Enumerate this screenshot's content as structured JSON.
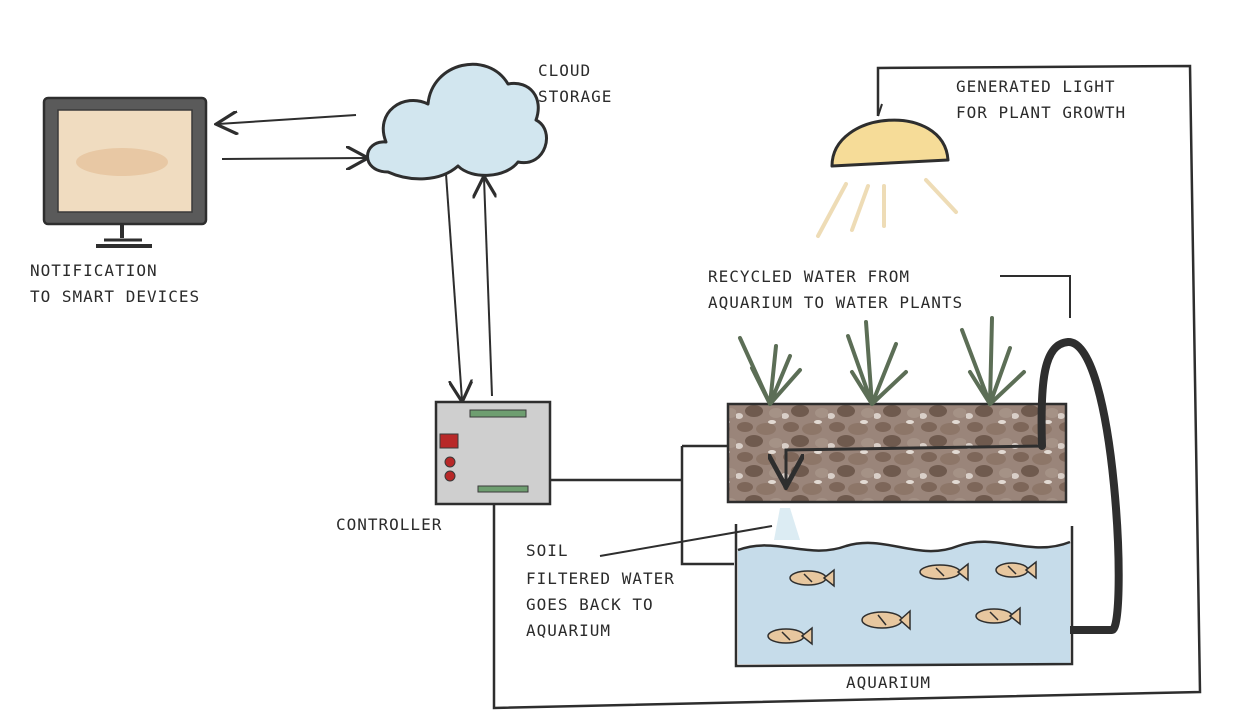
{
  "labels": {
    "cloud": [
      "CLOUD",
      "STORAGE"
    ],
    "notification": [
      "NOTIFICATION",
      "TO SMART DEVICES"
    ],
    "light": [
      "GENERATED LIGHT",
      "FOR PLANT GROWTH"
    ],
    "recycled": [
      "RECYCLED WATER FROM",
      "AQUARIUM TO WATER PLANTS"
    ],
    "controller": "CONTROLLER",
    "soil": "SOIL",
    "filtered": [
      "FILTERED WATER",
      "GOES BACK TO",
      "AQUARIUM"
    ],
    "aquarium": "AQUARIUM"
  },
  "colors": {
    "line": "#2e2e2e",
    "cloud": "#d2e6ef",
    "monitor_bezel": "#4a4a4a",
    "monitor_screen": "#f0dcc0",
    "controller": "#cfcfcf",
    "soil": "#8a7466",
    "water": "#c6dcea",
    "fish": "#e7c79f",
    "plant": "#5c6e56",
    "lamp": "#f6dc98",
    "led_red": "#b82828",
    "board_green": "#6e9e70"
  },
  "icons": [
    "monitor-icon",
    "cloud-icon",
    "controller-icon",
    "lamp-icon",
    "plant-icon",
    "fish-icon"
  ]
}
